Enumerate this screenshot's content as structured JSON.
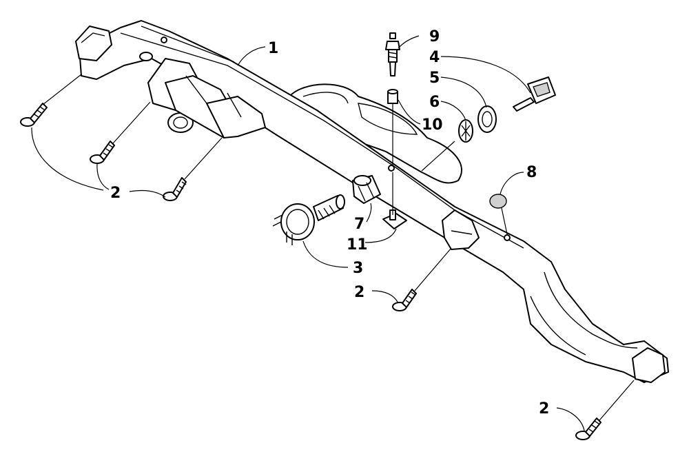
{
  "callouts": {
    "c1": "1",
    "c2a": "2",
    "c2b": "2",
    "c2c": "2",
    "c3": "3",
    "c4": "4",
    "c5": "5",
    "c6": "6",
    "c7": "7",
    "c8": "8",
    "c9": "9",
    "c10": "10",
    "c11": "11"
  },
  "icons": {
    "screw": "screw-icon",
    "key": "key-icon",
    "switch": "ignition-switch-icon",
    "plug": "plug-icon"
  }
}
